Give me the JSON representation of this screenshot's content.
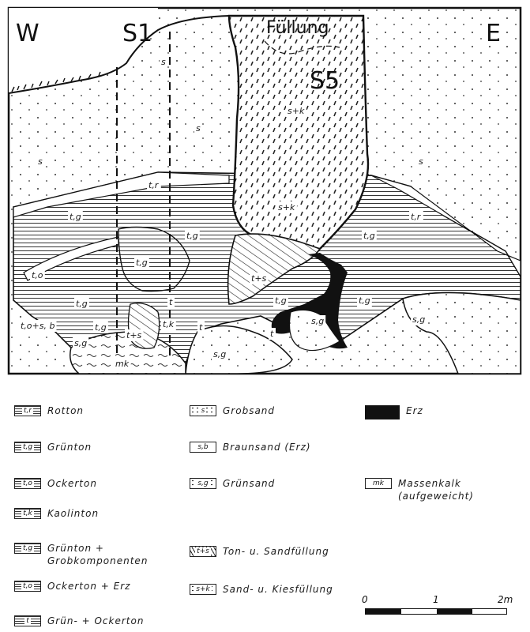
{
  "section": {
    "west": "W",
    "east": "E",
    "s1": "S1",
    "s5": "S5",
    "fill_title": "Füllung",
    "labels": [
      {
        "id": "s-a",
        "text": "s"
      },
      {
        "id": "s-b",
        "text": "s"
      },
      {
        "id": "s-c",
        "text": "s"
      },
      {
        "id": "s-d",
        "text": "s"
      },
      {
        "id": "sk-a",
        "text": "s+k"
      },
      {
        "id": "sk-b",
        "text": "s+k"
      },
      {
        "id": "tr-a",
        "text": "t,r"
      },
      {
        "id": "tr-b",
        "text": "t,r"
      },
      {
        "id": "tg-a",
        "text": "t,g"
      },
      {
        "id": "tg-b",
        "text": "t,g"
      },
      {
        "id": "tg-c",
        "text": "t,g"
      },
      {
        "id": "tg-d",
        "text": "t,g"
      },
      {
        "id": "tg-e",
        "text": "t,g"
      },
      {
        "id": "tg-f",
        "text": "t,g"
      },
      {
        "id": "tg-g",
        "text": "t,g"
      },
      {
        "id": "tg-h",
        "text": "t,g"
      },
      {
        "id": "to",
        "text": "t,o"
      },
      {
        "id": "tosb",
        "text": "t,o+s, b"
      },
      {
        "id": "sg-a",
        "text": "s,g"
      },
      {
        "id": "sg-b",
        "text": "s,g"
      },
      {
        "id": "sg-c",
        "text": "s,g"
      },
      {
        "id": "sg-d",
        "text": "s,g"
      },
      {
        "id": "ts-a",
        "text": "t+s"
      },
      {
        "id": "ts-b",
        "text": "t+s"
      },
      {
        "id": "tk",
        "text": "t,k"
      },
      {
        "id": "mk",
        "text": "mk"
      },
      {
        "id": "t-a",
        "text": "t"
      },
      {
        "id": "t-b",
        "text": "t"
      },
      {
        "id": "t-c",
        "text": "t"
      }
    ]
  },
  "legend": [
    {
      "id": "rotton",
      "code": "t,r",
      "label": "Rotton",
      "pattern": "hatch"
    },
    {
      "id": "gruenton",
      "code": "t,g",
      "label": "Grünton",
      "pattern": "hatch"
    },
    {
      "id": "ockerton",
      "code": "t,o",
      "label": "Ockerton",
      "pattern": "hatch"
    },
    {
      "id": "kaolinton",
      "code": "t,k",
      "label": "Kaolinton",
      "pattern": "hatch"
    },
    {
      "id": "gruenton-grob",
      "code": "t,g",
      "label": "Grünton +",
      "label2": "Grobkomponenten",
      "pattern": "hatch"
    },
    {
      "id": "ockerton-erz",
      "code": "t,o",
      "label": "Ockerton + Erz",
      "pattern": "hatch"
    },
    {
      "id": "gruen-ocker",
      "code": "t",
      "label": "Grün- + Ockerton",
      "pattern": "hatch"
    },
    {
      "id": "grobsand",
      "code": "s",
      "label": "Grobsand",
      "pattern": "dots"
    },
    {
      "id": "braunsand",
      "code": "s,b",
      "label": "Braunsand (Erz)",
      "pattern": "plain"
    },
    {
      "id": "gruensand",
      "code": "s,g",
      "label": "Grünsand",
      "pattern": "dots"
    },
    {
      "id": "ton-sand",
      "code": "t+s",
      "label": "Ton- u. Sandfüllung",
      "pattern": "diag"
    },
    {
      "id": "sand-kies",
      "code": "s+k",
      "label": "Sand- u. Kiesfüllung",
      "pattern": "dots"
    },
    {
      "id": "erz",
      "code": "",
      "label": "Erz",
      "pattern": "black"
    },
    {
      "id": "massenkalk",
      "code": "mk",
      "label": "Massenkalk",
      "label2": "(aufgeweicht)",
      "pattern": "plain"
    }
  ],
  "scale": {
    "zero": "0",
    "one": "1",
    "two": "2m"
  }
}
